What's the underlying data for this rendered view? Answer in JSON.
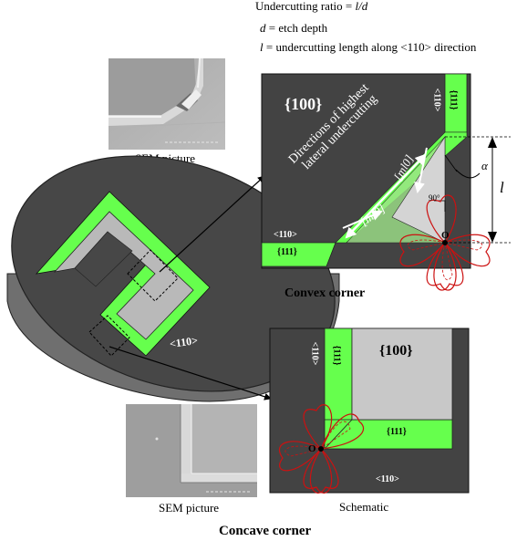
{
  "definitions": {
    "ratio_label": "Undercutting ratio = ",
    "ratio_expr": "l/d",
    "d_symbol": "d",
    "d_text": " = etch depth",
    "l_symbol": "l",
    "l_text": " = undercutting length along <110> direction"
  },
  "sem_top": {
    "caption": "SEM picture"
  },
  "sem_bottom": {
    "caption": "SEM picture"
  },
  "convex": {
    "plane_top": "{100}",
    "label_110_right": "<110>",
    "label_111_right": "{111}",
    "label_110_bottom": "<110>",
    "label_111_bottom": "{111}",
    "directions_line1": "Directions of highest",
    "directions_line2": "lateral undercutting",
    "ml0_left": "[ml0]",
    "ml0_right": "[ml0]",
    "angle_alpha": "α",
    "angle_90": "90°",
    "point_o": "O",
    "length_l": "l",
    "caption": "Convex corner"
  },
  "wafer": {
    "label_110": "<110>"
  },
  "concave": {
    "plane_top": "{100}",
    "label_110_left": "<110>",
    "label_111_vertical": "{111}",
    "label_111_horizontal": "{111}",
    "label_110_bottom": "<110>",
    "point_o": "O",
    "caption": "Schematic",
    "section_title": "Concave corner"
  },
  "colors": {
    "silicon": "#444444",
    "plane": "#c8c8c8",
    "undercut": "#66ff4d",
    "rosette": "#cc1111"
  }
}
